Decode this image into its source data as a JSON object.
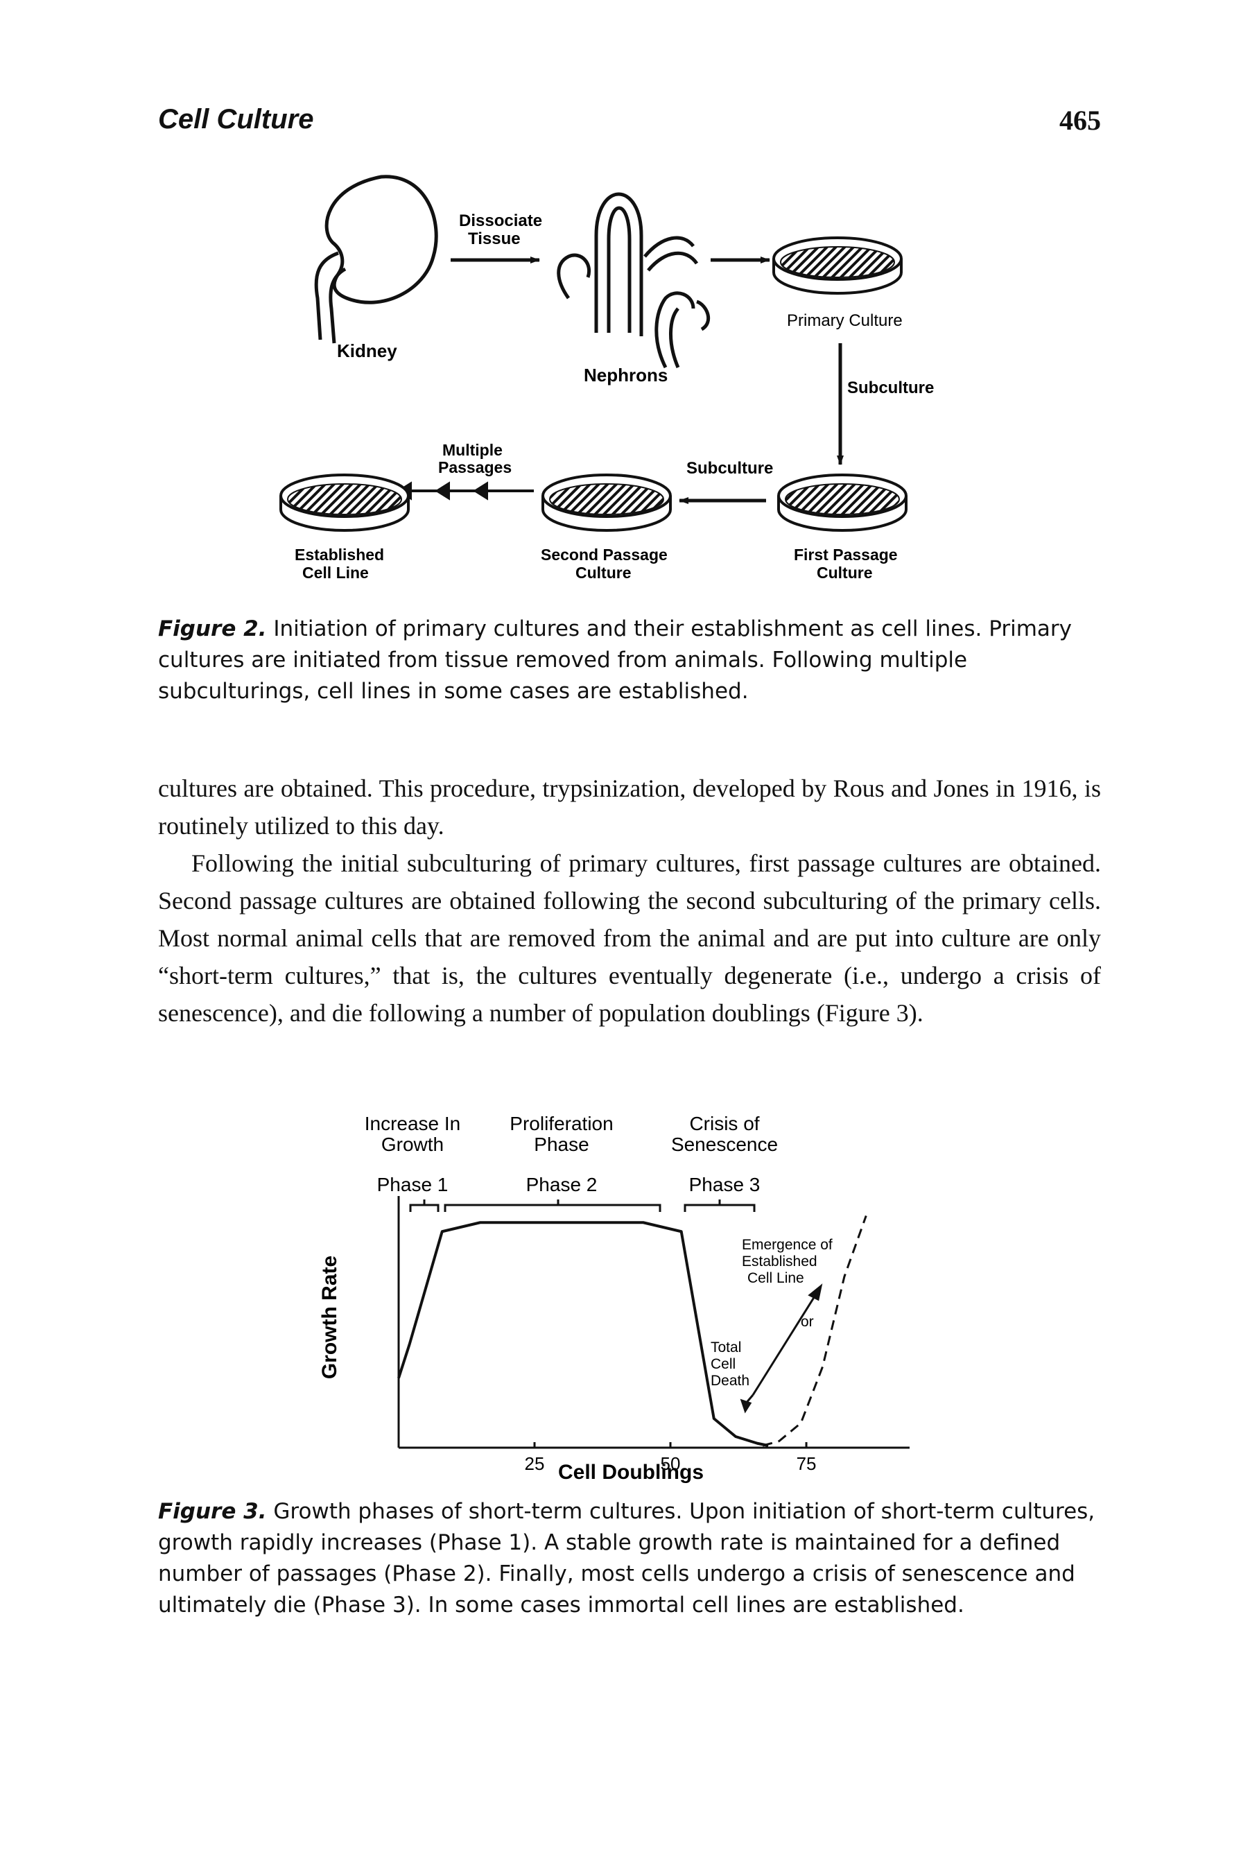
{
  "header": {
    "running_title": "Cell Culture",
    "page_number": "465"
  },
  "figure2": {
    "labels": {
      "kidney": "Kidney",
      "dissociate_1": "Dissociate",
      "dissociate_2": "Tissue",
      "nephrons": "Nephrons",
      "primary_culture": "Primary Culture",
      "subculture_vertical": "Subculture",
      "subculture_horizontal": "Subculture",
      "multiple_1": "Multiple",
      "multiple_2": "Passages",
      "established_1": "Established",
      "established_2": "Cell Line",
      "second_1": "Second Passage",
      "second_2": "Culture",
      "first_1": "First Passage",
      "first_2": "Culture"
    },
    "caption_label": "Figure 2.",
    "caption_text": " Initiation of primary cultures and their establishment as cell lines. Primary cultures are initiated from tissue removed from animals. Following multiple subculturings, cell lines in some cases are established."
  },
  "body": {
    "p1": "cultures are obtained. This procedure, trypsinization, developed by Rous and Jones in 1916, is routinely utilized to this day.",
    "p2": "Following the initial subculturing of primary cultures, first passage cultures are obtained. Second passage cultures are obtained following the second subculturing of the primary cells. Most normal animal cells that are removed from the animal and are put into culture are only “short-term cultures,” that is, the cultures eventually degenerate (i.e., undergo a crisis of senescence), and die following a number of population doublings (Figure 3)."
  },
  "figure3": {
    "phase_headers": [
      {
        "line1": "Increase In",
        "line2": "Growth",
        "phase": "Phase 1"
      },
      {
        "line1": "Proliferation",
        "line2": "Phase",
        "phase": "Phase 2"
      },
      {
        "line1": "Crisis of",
        "line2": "Senescence",
        "phase": "Phase 3"
      }
    ],
    "annotations": {
      "emergence_1": "Emergence of",
      "emergence_2": "Established",
      "emergence_3": "Cell Line",
      "or": "or",
      "death_1": "Total",
      "death_2": "Cell",
      "death_3": "Death"
    },
    "caption_label": "Figure 3.",
    "caption_text": " Growth phases of short-term cultures. Upon initiation of short-term cultures, growth rapidly increases (Phase 1). A stable growth rate is maintained for a defined number of passages (Phase 2). Finally, most cells undergo a crisis of senescence and ultimately die (Phase 3). In some cases immortal cell lines are established."
  },
  "chart_data": {
    "type": "line",
    "xlabel": "Cell Doublings",
    "ylabel": "Growth Rate",
    "xticks": [
      25,
      50,
      75
    ],
    "xlim": [
      0,
      94
    ],
    "ylim": [
      0,
      1
    ],
    "y_ticks_shown": false,
    "grid": false,
    "series": [
      {
        "style": "solid",
        "x": [
          0,
          2,
          8,
          15,
          45,
          52,
          58,
          62,
          66,
          68
        ],
        "y": [
          0.3,
          0.45,
          0.95,
          0.99,
          0.99,
          0.95,
          0.12,
          0.04,
          0.01,
          0.0
        ]
      },
      {
        "style": "dashed",
        "x": [
          67,
          70,
          74,
          78,
          82,
          86
        ],
        "y": [
          0.0,
          0.02,
          0.1,
          0.35,
          0.75,
          1.02
        ]
      }
    ]
  }
}
